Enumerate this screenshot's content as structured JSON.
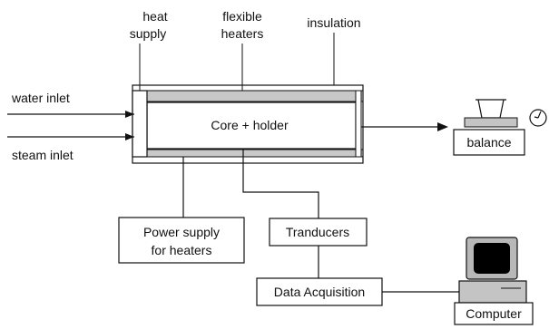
{
  "labels": {
    "heat_supply_1": "heat",
    "heat_supply_2": "supply",
    "flexible_1": "flexible",
    "flexible_2": "heaters",
    "insulation": "insulation",
    "water_inlet": "water inlet",
    "steam_inlet": "steam inlet",
    "core_holder": "Core + holder",
    "power_supply_1": "Power supply",
    "power_supply_2": "for heaters",
    "transducers": "Tranducers",
    "data_acquisition": "Data Acquisition",
    "balance": "balance",
    "computer": "Computer"
  },
  "colors": {
    "line": "#111111",
    "heater_band": "#c8c8c8",
    "monitor_bezel": "#b8b8b8",
    "screen": "#000000",
    "computer_base": "#c4c4c4",
    "balance_pan": "#c4c4c4"
  }
}
